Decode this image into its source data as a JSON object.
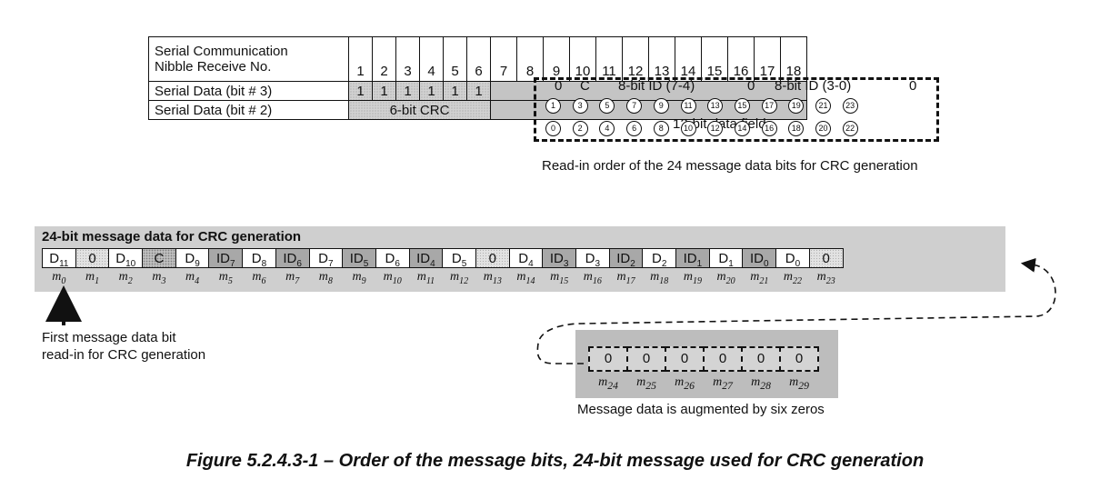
{
  "table": {
    "header_label": "Serial Communication\nNibble Receive No.",
    "nibbles": [
      "1",
      "2",
      "3",
      "4",
      "5",
      "6",
      "7",
      "8",
      "9",
      "10",
      "11",
      "12",
      "13",
      "14",
      "15",
      "16",
      "17",
      "18"
    ],
    "row_bit3_label": "Serial Data (bit # 3)",
    "row_bit3_values": [
      "1",
      "1",
      "1",
      "1",
      "1",
      "1"
    ],
    "row_bit3_overlay": {
      "zero_a": "0",
      "c": "C",
      "id_hi": "8-bit ID (7-4)",
      "zero_b": "0",
      "id_lo": "8-bit ID (3-0)",
      "zero_c": "0"
    },
    "row_bit2_label": "Serial Data (bit # 2)",
    "row_bit2_crc": "6-bit CRC",
    "row_bit2_overlay": "12-bit data field",
    "order_top": [
      "1",
      "3",
      "5",
      "7",
      "9",
      "11",
      "13",
      "15",
      "17",
      "19",
      "21",
      "23"
    ],
    "order_bottom": [
      "0",
      "2",
      "4",
      "6",
      "8",
      "10",
      "12",
      "14",
      "16",
      "18",
      "20",
      "22"
    ]
  },
  "readin_caption": "Read-in order of the 24 message data bits for CRC generation",
  "message": {
    "title": "24-bit message data for CRC generation",
    "cells": [
      {
        "main": "D",
        "sub": "11",
        "style": "white"
      },
      {
        "main": "0",
        "sub": "",
        "style": "zero"
      },
      {
        "main": "D",
        "sub": "10",
        "style": "white"
      },
      {
        "main": "C",
        "sub": "",
        "style": "cbit"
      },
      {
        "main": "D",
        "sub": "9",
        "style": "white"
      },
      {
        "main": "ID",
        "sub": "7",
        "style": "dark"
      },
      {
        "main": "D",
        "sub": "8",
        "style": "white"
      },
      {
        "main": "ID",
        "sub": "6",
        "style": "dark"
      },
      {
        "main": "D",
        "sub": "7",
        "style": "white"
      },
      {
        "main": "ID",
        "sub": "5",
        "style": "dark"
      },
      {
        "main": "D",
        "sub": "6",
        "style": "white"
      },
      {
        "main": "ID",
        "sub": "4",
        "style": "dark"
      },
      {
        "main": "D",
        "sub": "5",
        "style": "white"
      },
      {
        "main": "0",
        "sub": "",
        "style": "zero"
      },
      {
        "main": "D",
        "sub": "4",
        "style": "white"
      },
      {
        "main": "ID",
        "sub": "3",
        "style": "dark"
      },
      {
        "main": "D",
        "sub": "3",
        "style": "white"
      },
      {
        "main": "ID",
        "sub": "2",
        "style": "dark"
      },
      {
        "main": "D",
        "sub": "2",
        "style": "white"
      },
      {
        "main": "ID",
        "sub": "1",
        "style": "dark"
      },
      {
        "main": "D",
        "sub": "1",
        "style": "white"
      },
      {
        "main": "ID",
        "sub": "0",
        "style": "dark"
      },
      {
        "main": "D",
        "sub": "0",
        "style": "white"
      },
      {
        "main": "0",
        "sub": "",
        "style": "zero"
      }
    ],
    "m_prefix": "m",
    "m_indices": [
      "0",
      "1",
      "2",
      "3",
      "4",
      "5",
      "6",
      "7",
      "8",
      "9",
      "10",
      "11",
      "12",
      "13",
      "14",
      "15",
      "16",
      "17",
      "18",
      "19",
      "20",
      "21",
      "22",
      "23"
    ]
  },
  "first_bit_label": "First message data bit\nread-in for CRC generation",
  "augment": {
    "zeros": [
      "0",
      "0",
      "0",
      "0",
      "0",
      "0"
    ],
    "m_indices": [
      "24",
      "25",
      "26",
      "27",
      "28",
      "29"
    ],
    "caption": "Message data is augmented by six zeros"
  },
  "figure_caption": "Figure 5.2.4.3-1 – Order of the message bits, 24-bit message used for CRC generation"
}
